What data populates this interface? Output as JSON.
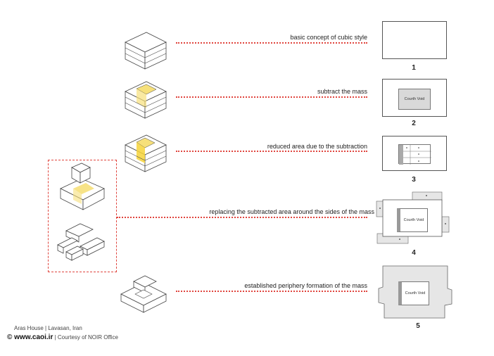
{
  "steps": [
    {
      "caption": "basic concept of cubic style",
      "number": "1"
    },
    {
      "caption": "subtract the mass",
      "number": "2",
      "void_label": "Courth Void"
    },
    {
      "caption": "reduced area due to the subtraction",
      "number": "3"
    },
    {
      "caption": "replacing the subtracted area around the  sides of the mass",
      "number": "4",
      "void_label": "Courth Void"
    },
    {
      "caption": "established  periphery formation of the mass",
      "number": "5",
      "void_label": "Courth Void"
    }
  ],
  "footer": {
    "project": "Aras House  |  Lavasan, Iran",
    "site": "© www.caoi.ir",
    "credit": "|  Courtesy of NOIR Office"
  },
  "colors": {
    "accent": "#e0453e",
    "highlight": "#f6e07a",
    "void_fill": "#d9d9d9",
    "plan_fill": "#e6e6e6"
  },
  "icons": [
    "iso-block-1",
    "iso-block-2",
    "iso-block-3",
    "iso-block-4a",
    "iso-block-4b",
    "iso-block-5"
  ]
}
